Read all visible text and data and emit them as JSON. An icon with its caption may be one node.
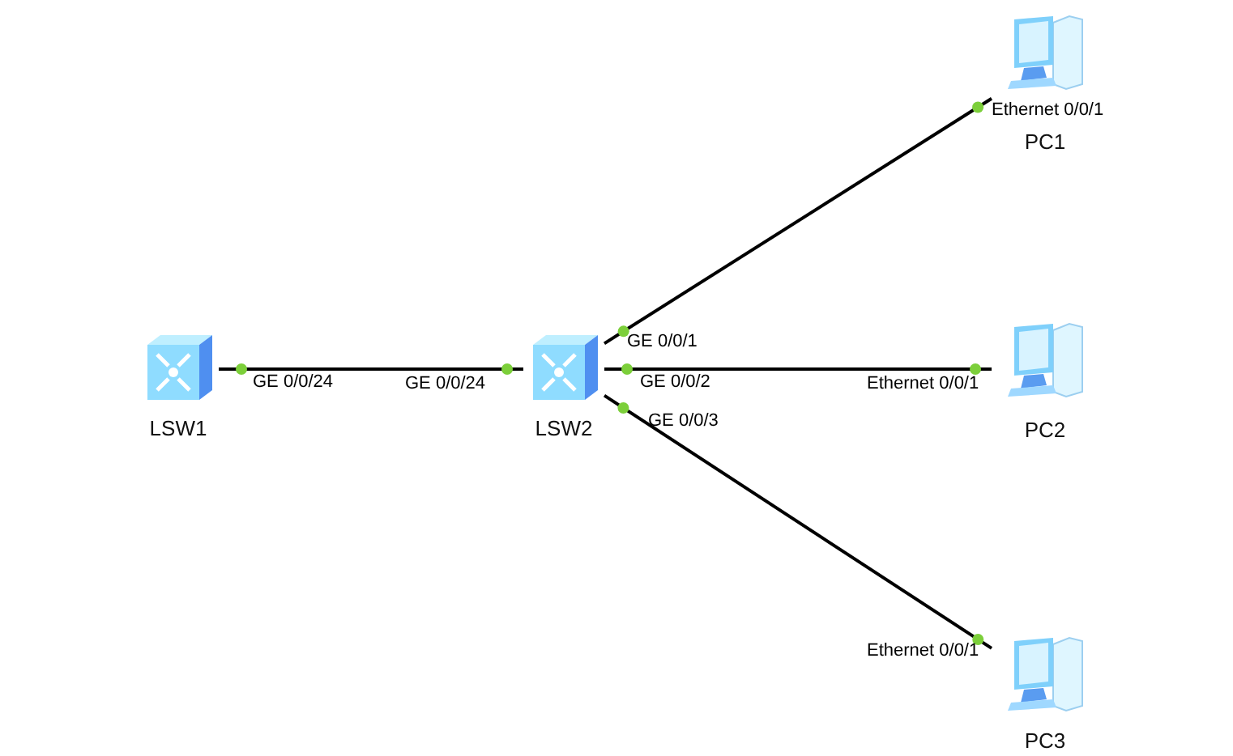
{
  "diagram": {
    "nodes": [
      {
        "text": [
          "LSW1"
        ]
      },
      {
        "text": [
          "LSW2"
        ]
      },
      {
        "text": [
          "PC1"
        ]
      },
      {
        "text": [
          "PC2"
        ]
      },
      {
        "text": [
          "PC3"
        ]
      }
    ],
    "edges": [
      {
        "from": 0,
        "to": 1,
        "arrow": "none"
      },
      {
        "from": 1,
        "to": 2,
        "arrow": "none"
      },
      {
        "from": 1,
        "to": 3,
        "arrow": "none"
      },
      {
        "from": 1,
        "to": 4,
        "arrow": "none"
      }
    ],
    "labels": [
      "Ethernet 0/0/1",
      "GE 0/0/1",
      "GE 0/0/24",
      "GE 0/0/24",
      "GE 0/0/2",
      "Ethernet 0/0/1",
      "GE 0/0/3",
      "Ethernet 0/0/1"
    ]
  }
}
